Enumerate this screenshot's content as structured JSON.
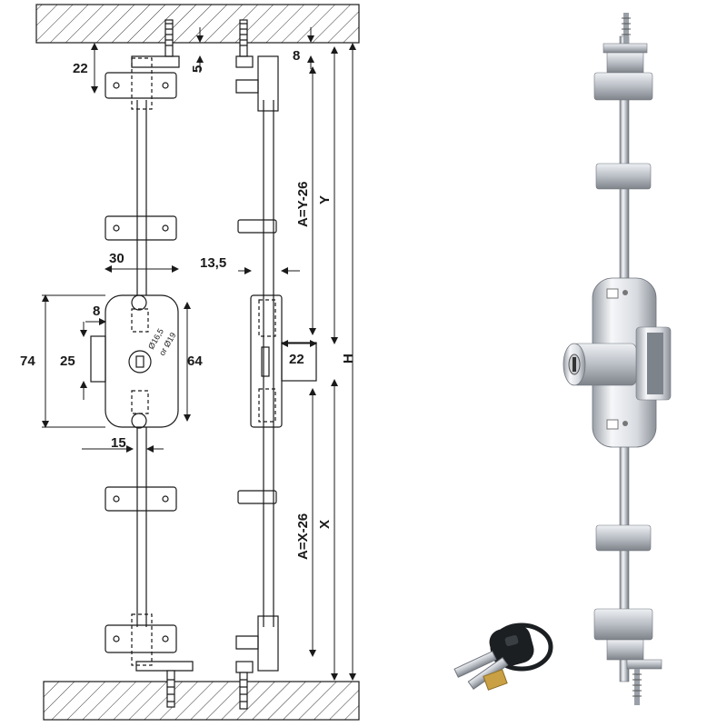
{
  "drawing": {
    "dimensions": {
      "top_gap": "22",
      "top_small": "5",
      "top_offset": "8",
      "case_width": "30",
      "bolt_offset": "13,5",
      "key_offset": "8",
      "case_height": "74",
      "cylinder_height": "25",
      "slot_height": "64",
      "bolt_projection": "22",
      "bottom_offset": "15",
      "rod_a_upper": "A=Y-26",
      "rod_a_lower": "A=X-26",
      "upper_length": "Y",
      "lower_length": "X",
      "total_height": "H",
      "hole_diameter": "Ø16,5",
      "hole_alt": "or Ø19"
    }
  },
  "colors": {
    "line": "#1a1a1a",
    "hatch": "#333333",
    "chrome_dark": "#8a8f96",
    "chrome_light": "#f4f6f8",
    "key_black": "#1c1f22"
  }
}
